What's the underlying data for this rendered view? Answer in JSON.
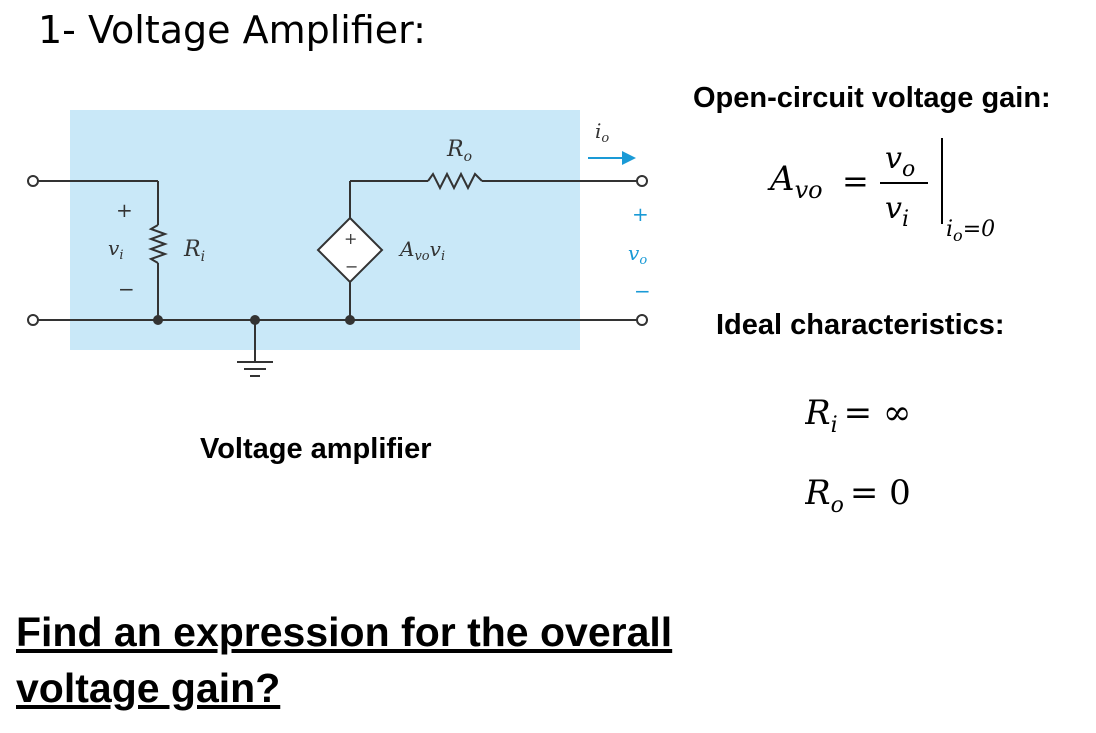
{
  "title": "1- Voltage Amplifier:",
  "diagram": {
    "caption": "Voltage amplifier",
    "labels": {
      "io": "i",
      "io_sub": "o",
      "ro": "R",
      "ro_sub": "o",
      "ri": "R",
      "ri_sub": "i",
      "vi": "v",
      "vi_sub": "i",
      "vo": "v",
      "vo_sub": "o",
      "source_a": "A",
      "source_a_sub": "vo",
      "source_v": "v",
      "source_v_sub": "i",
      "plus": "+",
      "minus": "−",
      "src_plus": "+",
      "src_minus": "−"
    },
    "colors": {
      "box": "#c9e8f8",
      "arrow": "#1a9ad6"
    }
  },
  "gain": {
    "heading": "Open-circuit voltage gain:",
    "lhs": "A",
    "lhs_sub": "vo",
    "equals": "=",
    "num": "v",
    "num_sub": "o",
    "den": "v",
    "den_sub": "i",
    "cond": "i",
    "cond_sub": "o",
    "cond_val": "=0"
  },
  "ideal": {
    "heading": "Ideal characteristics:",
    "ri": "R",
    "ri_sub": "i",
    "ri_val": "= ∞",
    "ro": "R",
    "ro_sub": "o",
    "ro_val": "= 0"
  },
  "question": "Find an expression for the overall voltage gain?"
}
